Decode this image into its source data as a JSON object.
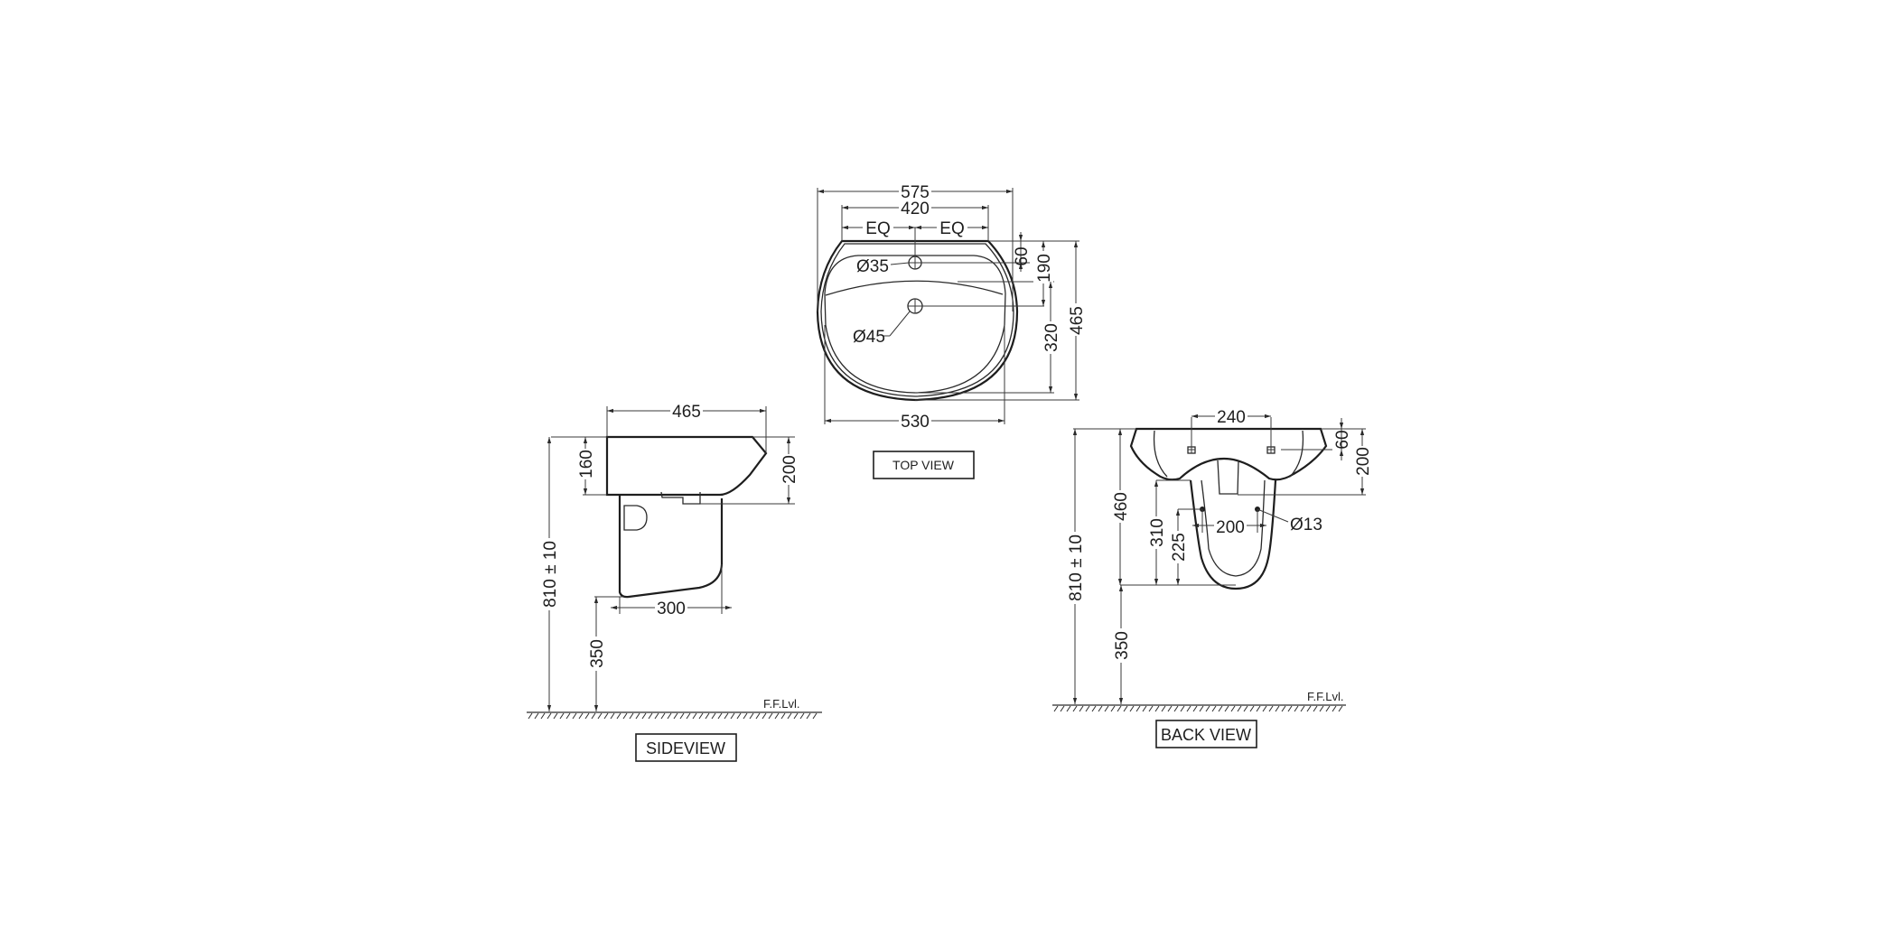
{
  "drawing": {
    "title": "Wash basin with half pedestal - dimensional drawing",
    "units": "mm",
    "colors": {
      "background": "#ffffff",
      "line": "#1e1e1e"
    }
  },
  "top_view": {
    "label": "TOP VIEW",
    "dims": {
      "overall_width": "575",
      "inner_width": "420",
      "eq_left": "EQ",
      "eq_right": "EQ",
      "tap_hole_offset": "60",
      "waste_offset": "190",
      "bowl_depth": "320",
      "overall_depth": "465",
      "bottom_width": "530",
      "tap_hole_dia": "Ø35",
      "waste_dia": "Ø45"
    }
  },
  "side_view": {
    "label": "SIDEVIEW",
    "dims": {
      "depth": "465",
      "rim_height": "160",
      "basin_height": "200",
      "pedestal_depth": "300",
      "mount_height": "810 ± 10",
      "pedestal_clearance": "350"
    },
    "floor_label": "F.F.Lvl."
  },
  "back_view": {
    "label": "BACK VIEW",
    "dims": {
      "fixing_centres": "240",
      "fixing_from_top": "60",
      "basin_height": "200",
      "pedestal_height": "460",
      "pedestal_fix_height": "310",
      "pedestal_fix_lower": "225",
      "pedestal_fix_centres": "200",
      "pedestal_fix_dia": "Ø13",
      "mount_height": "810 ± 10",
      "pedestal_clearance": "350"
    },
    "floor_label": "F.F.Lvl."
  }
}
